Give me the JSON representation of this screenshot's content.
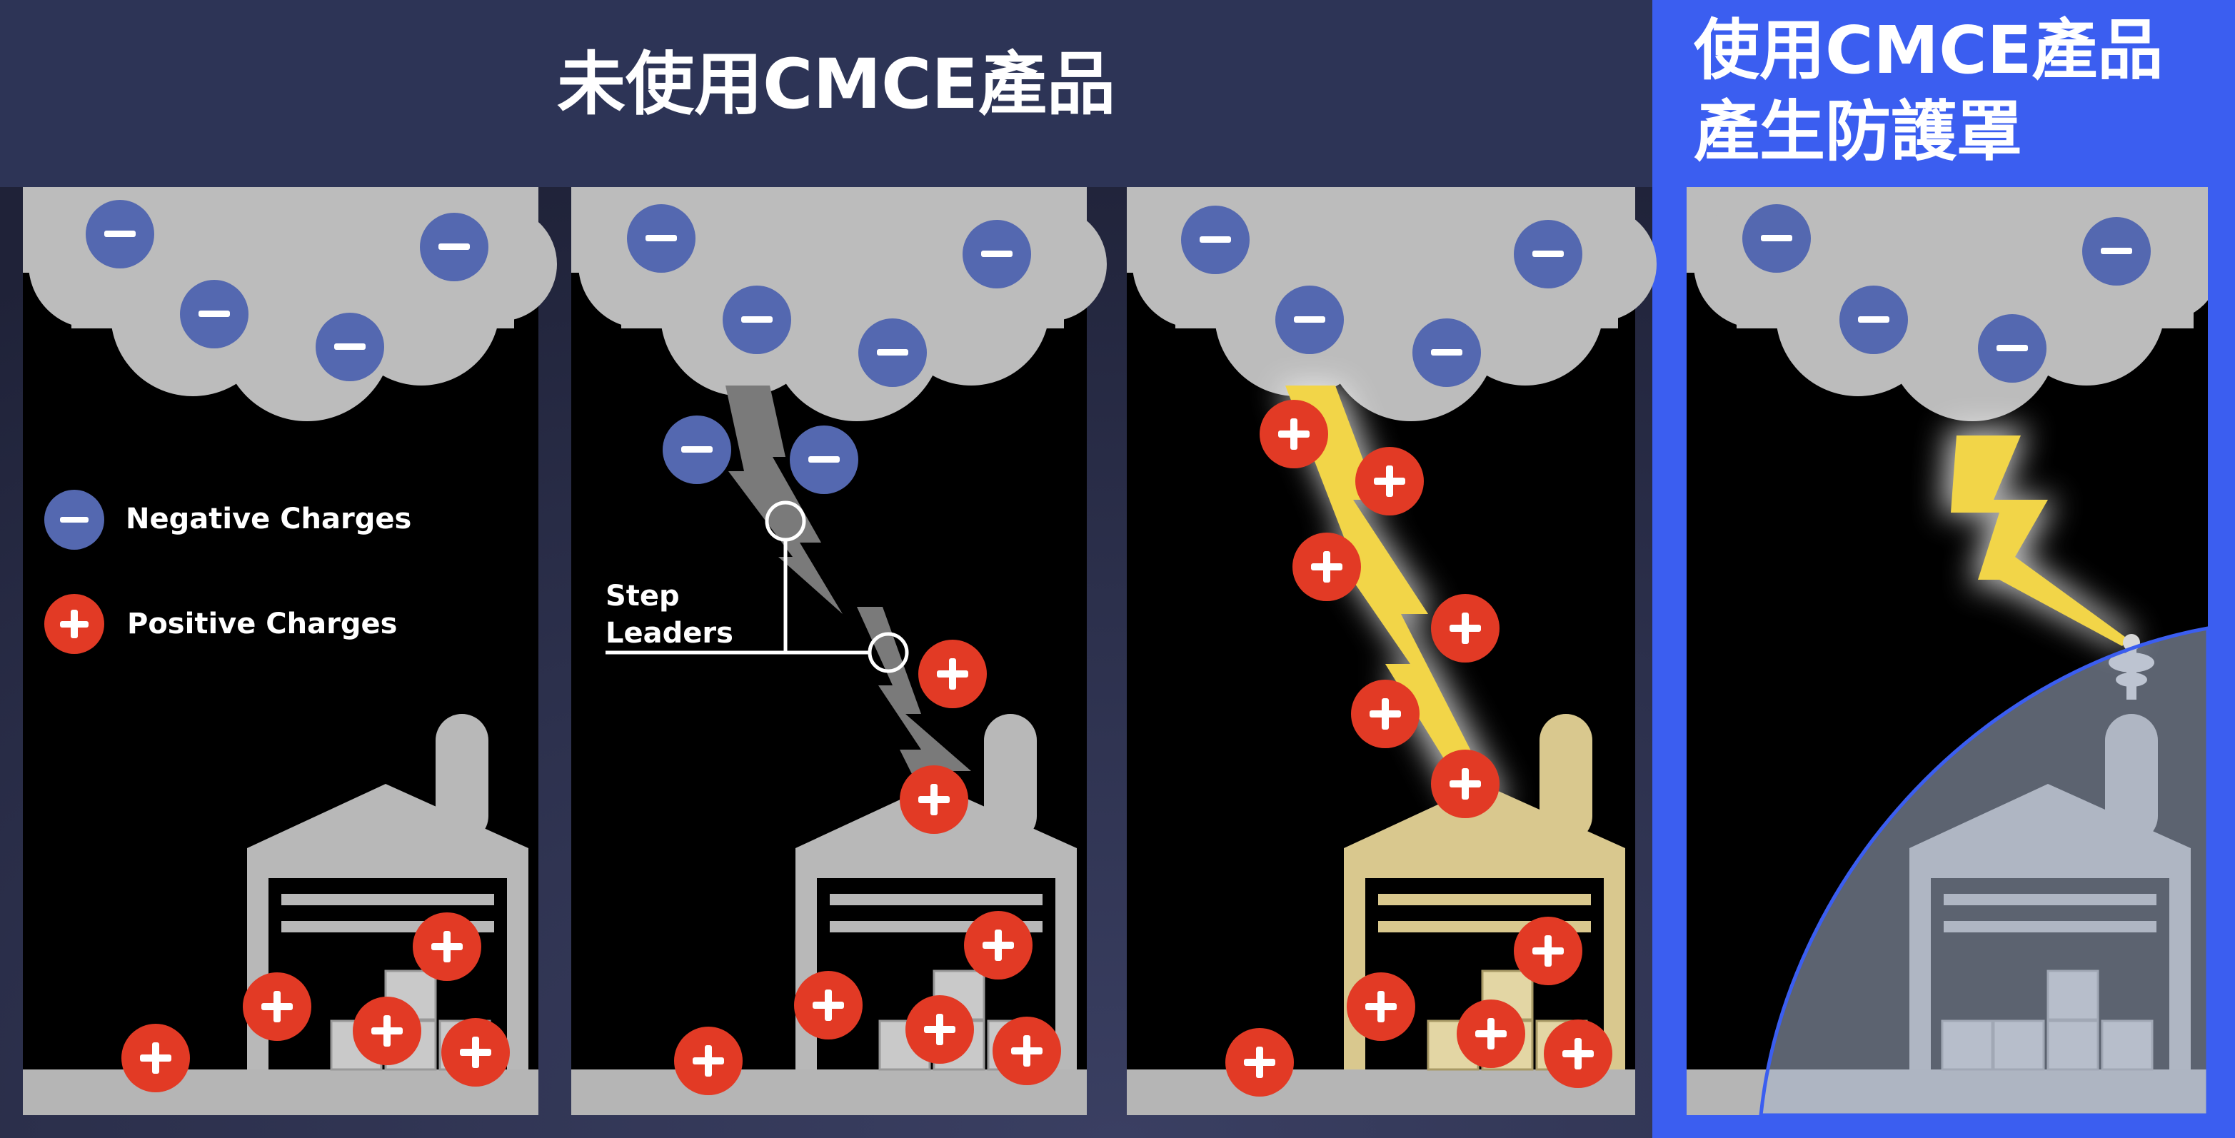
{
  "titles": {
    "without": "未使用CMCE產品",
    "with_line1": "使用CMCE產品",
    "with_line2": "產生防護罩"
  },
  "legend": {
    "negative": "Negative Charges",
    "positive": "Positive Charges"
  },
  "step_leaders": {
    "line1": "Step",
    "line2": "Leaders"
  },
  "icons": {
    "negative": "minus-charge-icon",
    "positive": "plus-charge-icon"
  },
  "colors": {
    "background": "#1f2238",
    "header_band": "#2d3456",
    "panel_bg": "#000000",
    "cloud": "#bcbcbc",
    "ground": "#b5b5b5",
    "building": "#b8b8b8",
    "building_struck": "#d9c88e",
    "negative_charge": "#5468b0",
    "positive_charge": "#e23a25",
    "lightning": "#f2d548",
    "highlight_border": "#3b5ef0",
    "shield": "#8892a6"
  }
}
